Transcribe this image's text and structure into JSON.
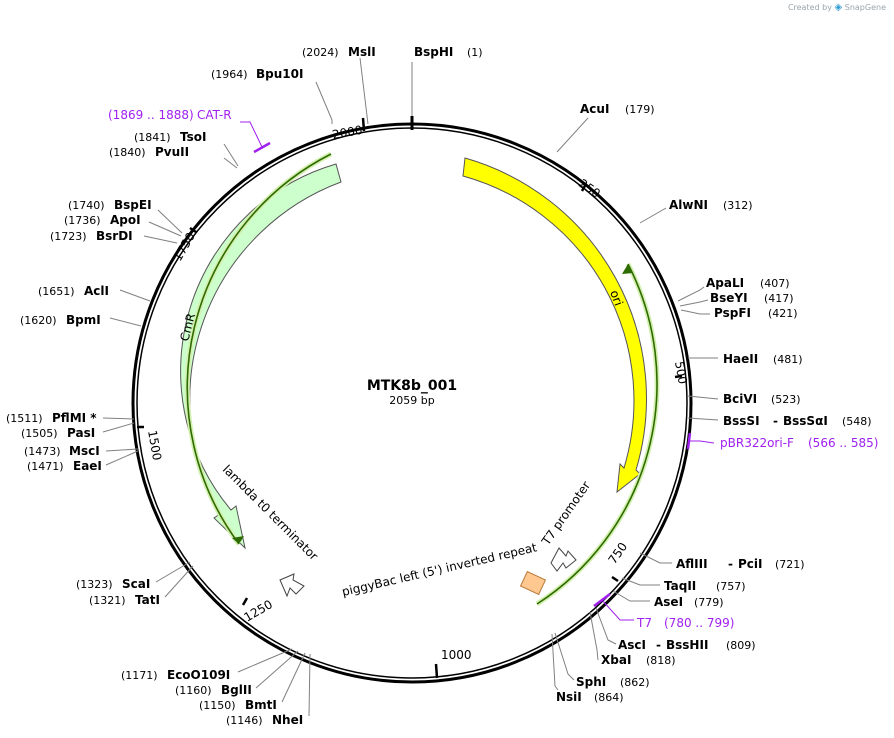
{
  "watermark": {
    "created_by": "Created by",
    "brand": "SnapGene"
  },
  "plasmid": {
    "name": "MTK8b_001",
    "length_label": "2059 bp",
    "length": 2059
  },
  "ticks": [
    "250",
    "500",
    "750",
    "1000",
    "1250",
    "1500",
    "1750",
    "2000"
  ],
  "colors": {
    "ori": "#ffff00",
    "cmr": "#ccffcc",
    "primer": "#a020f0",
    "arrow_green": "#2e6b00",
    "repeat": "#ffc890"
  },
  "features": {
    "ori": "ori",
    "cmr": "CmR",
    "t7_promoter": "T7 promoter",
    "lambda_term": "lambda t0 terminator",
    "piggybac": "piggyBac left (5') inverted repeat"
  },
  "enzymes": [
    {
      "name": "MslI",
      "pos": "(2024)"
    },
    {
      "name": "BspHI",
      "pos": "(1)"
    },
    {
      "name": "Bpu10I",
      "pos": "(1964)"
    },
    {
      "name": "AcuI",
      "pos": "(179)"
    },
    {
      "name": "TsoI",
      "pos": "(1841)"
    },
    {
      "name": "PvuII",
      "pos": "(1840)"
    },
    {
      "name": "AlwNI",
      "pos": "(312)"
    },
    {
      "name": "BspEI",
      "pos": "(1740)"
    },
    {
      "name": "ApoI",
      "pos": "(1736)"
    },
    {
      "name": "BsrDI",
      "pos": "(1723)"
    },
    {
      "name": "ApaLI",
      "pos": "(407)"
    },
    {
      "name": "BseYI",
      "pos": "(417)"
    },
    {
      "name": "PspFI",
      "pos": "(421)"
    },
    {
      "name": "AclI",
      "pos": "(1651)"
    },
    {
      "name": "BpmI",
      "pos": "(1620)"
    },
    {
      "name": "HaeII",
      "pos": "(481)"
    },
    {
      "name": "BciVI",
      "pos": "(523)"
    },
    {
      "name": "BssSI",
      "pos": "(548)"
    },
    {
      "name": "BssSαI",
      "pos": ""
    },
    {
      "name": "PflMI *",
      "pos": "(1511)"
    },
    {
      "name": "PasI",
      "pos": "(1505)"
    },
    {
      "name": "MscI",
      "pos": "(1473)"
    },
    {
      "name": "EaeI",
      "pos": "(1471)"
    },
    {
      "name": "AflIII",
      "pos": "(721)"
    },
    {
      "name": "PciI",
      "pos": ""
    },
    {
      "name": "TaqII",
      "pos": "(757)"
    },
    {
      "name": "AseI",
      "pos": "(779)"
    },
    {
      "name": "ScaI",
      "pos": "(1323)"
    },
    {
      "name": "TatI",
      "pos": "(1321)"
    },
    {
      "name": "AscI",
      "pos": "(809)"
    },
    {
      "name": "BssHII",
      "pos": ""
    },
    {
      "name": "XbaI",
      "pos": "(818)"
    },
    {
      "name": "SphI",
      "pos": "(862)"
    },
    {
      "name": "NsiI",
      "pos": "(864)"
    },
    {
      "name": "EcoO109I",
      "pos": "(1171)"
    },
    {
      "name": "BglII",
      "pos": "(1160)"
    },
    {
      "name": "BmtI",
      "pos": "(1150)"
    },
    {
      "name": "NheI",
      "pos": "(1146)"
    }
  ],
  "primers": [
    {
      "name": "CAT-R",
      "range": "(1869 .. 1888)"
    },
    {
      "name": "pBR322ori-F",
      "range": "(566 .. 585)"
    },
    {
      "name": "T7",
      "range": "(780 .. 799)"
    }
  ]
}
